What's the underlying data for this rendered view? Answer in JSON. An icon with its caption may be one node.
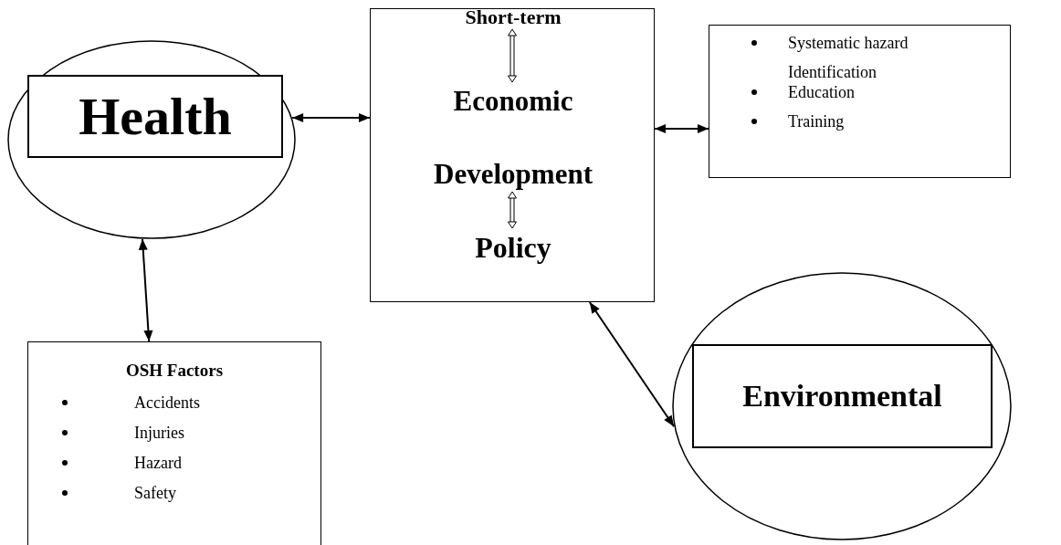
{
  "diagram": {
    "nodes": [
      {
        "text": [],
        "shape": "circle"
      },
      {
        "text": [
          "Health"
        ],
        "in": 0
      },
      {
        "text": [],
        "shape": "box"
      },
      {
        "text": [
          "Short-term"
        ],
        "in": 2
      },
      {
        "text": [
          "Economic"
        ],
        "in": 2
      },
      {
        "text": [
          "Development"
        ],
        "in": 2
      },
      {
        "text": [
          "Policy"
        ],
        "in": 2
      },
      {
        "text": [
          "Systematic hazard Identification",
          "Education",
          "Training"
        ]
      },
      {
        "text": [
          "OSH Factors",
          "Accidents",
          "Injuries",
          "Hazard",
          "Safety"
        ]
      },
      {
        "text": [],
        "shape": "circle"
      },
      {
        "text": [
          "Environmental"
        ],
        "in": 9
      }
    ],
    "edges": [
      {
        "from": 0,
        "to": 2,
        "arrow": "both"
      },
      {
        "from": 2,
        "to": 7,
        "arrow": "both"
      },
      {
        "from": 0,
        "to": 8,
        "arrow": "both"
      },
      {
        "from": 2,
        "to": 9,
        "arrow": "both"
      },
      {
        "from": 3,
        "to": 4,
        "arrow": "both"
      },
      {
        "from": 5,
        "to": 6,
        "arrow": "both"
      }
    ]
  }
}
